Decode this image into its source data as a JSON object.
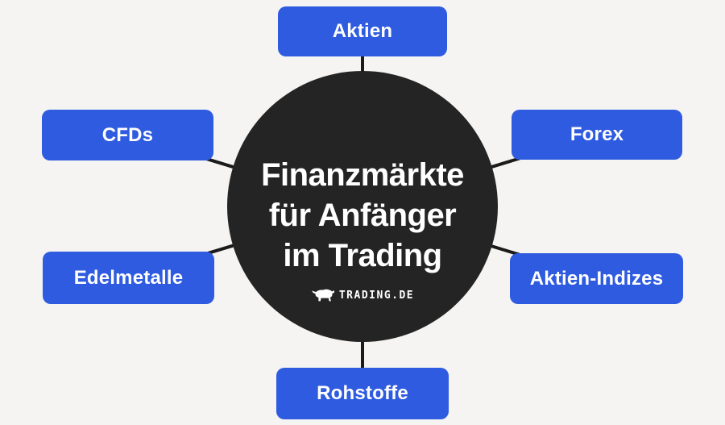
{
  "title": {
    "line1": "Finanzmärkte",
    "line2": "für Anfänger",
    "line3": "im Trading"
  },
  "logo": {
    "brand": "TRADING.DE",
    "icon": "bull-icon"
  },
  "nodes": [
    {
      "id": "aktien",
      "label": "Aktien",
      "position": "top"
    },
    {
      "id": "forex",
      "label": "Forex",
      "position": "top-right"
    },
    {
      "id": "aktien-indizes",
      "label": "Aktien-Indizes",
      "position": "bottom-right"
    },
    {
      "id": "rohstoffe",
      "label": "Rohstoffe",
      "position": "bottom"
    },
    {
      "id": "edelmetalle",
      "label": "Edelmetalle",
      "position": "bottom-left"
    },
    {
      "id": "cfds",
      "label": "CFDs",
      "position": "top-left"
    }
  ],
  "colors": {
    "background": "#f5f4f2",
    "node_fill": "#2e5be0",
    "circle_fill": "#242424",
    "connector": "#1b1b1b",
    "text_light": "#ffffff"
  }
}
